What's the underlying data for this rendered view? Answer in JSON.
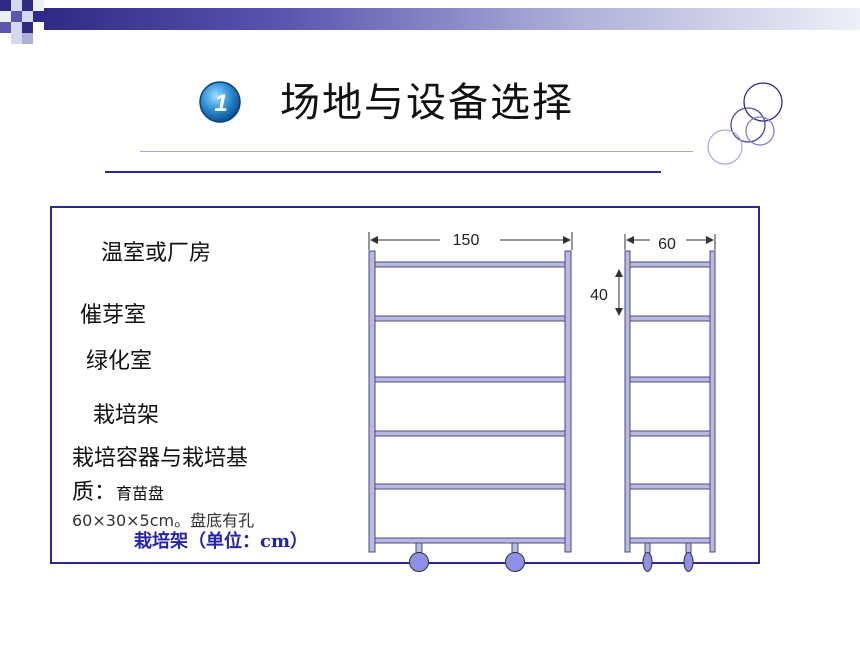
{
  "slide": {
    "number_badge": "1",
    "title": "场地与设备选择"
  },
  "content": {
    "items": [
      "温室或厂房",
      "催芽室",
      "绿化室",
      "栽培架"
    ],
    "container_heading_line1": "栽培容器与栽培基",
    "container_heading_line2": "质：",
    "container_detail": "育苗盘",
    "tray_size_note": "60×30×5cm。盘底有孔",
    "figure_caption": "栽培架（单位：cm）"
  },
  "figure": {
    "width_label": "150",
    "depth_label": "60",
    "shelf_spacing_label": "40"
  },
  "colors": {
    "dark_blue": "#2c2a88",
    "shelf_fill": "#b9b9e3",
    "caster": "#8f8fe6"
  }
}
